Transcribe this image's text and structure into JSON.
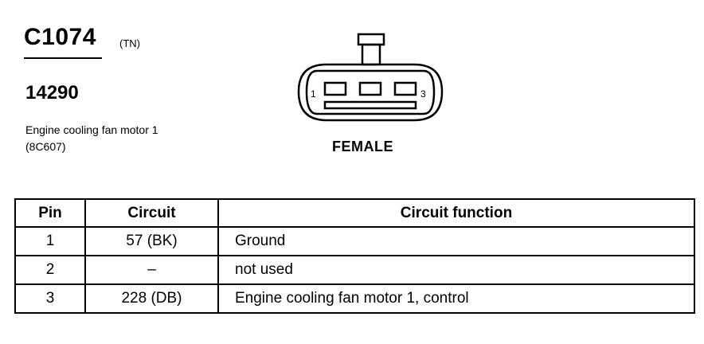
{
  "connector": {
    "id": "C1074",
    "color_code": "(TN)",
    "part_number": "14290",
    "description_line1": "Engine cooling fan motor 1",
    "description_line2": "(8C607)",
    "gender": "FEMALE",
    "pin_first_label": "1",
    "pin_last_label": "3"
  },
  "table": {
    "headers": [
      "Pin",
      "Circuit",
      "Circuit function"
    ],
    "rows": [
      {
        "pin": "1",
        "circuit": "57 (BK)",
        "function": "Ground"
      },
      {
        "pin": "2",
        "circuit": "–",
        "function": "not used"
      },
      {
        "pin": "3",
        "circuit": "228 (DB)",
        "function": "Engine cooling fan motor 1, control"
      }
    ]
  }
}
